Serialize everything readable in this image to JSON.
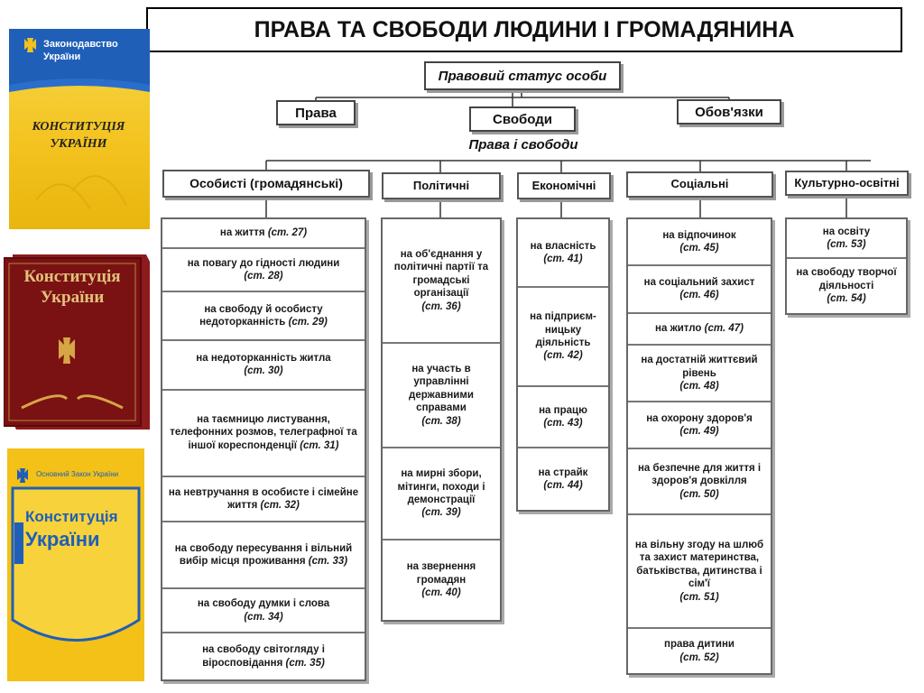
{
  "title": "ПРАВА ТА СВОБОДИ ЛЮДИНИ І ГРОМАДЯНИНА",
  "root": "Правовий статус особи",
  "branches": {
    "rights": "Права",
    "freedoms": "Свободи",
    "duties": "Обов'язки"
  },
  "subtitle": "Права і свободи",
  "books": {
    "book1": {
      "series": "Законодавство України",
      "title": "КОНСТИТУЦІЯ УКРАЇНИ"
    },
    "book2": {
      "title_line1": "Конституція",
      "title_line2": "України"
    },
    "book3": {
      "series": "Основний Закон України",
      "title_line1": "Конституція",
      "title_line2": "України"
    }
  },
  "columns": [
    {
      "header": "Особисті (громадянські)",
      "items": [
        {
          "text": "на життя",
          "ref": "(ст. 27)"
        },
        {
          "text": "на повагу до гідності людини",
          "ref": "(ст. 28)"
        },
        {
          "text": "на свободу й особисту недоторканність",
          "ref": "(ст. 29)"
        },
        {
          "text": "на недоторканність житла",
          "ref": "(ст. 30)"
        },
        {
          "text": "на таємницю листування, телефонних розмов, телеграфної та іншої кореспонденції",
          "ref": "(ст. 31)"
        },
        {
          "text": "на невтручання в особисте і сімейне життя",
          "ref": "(ст. 32)"
        },
        {
          "text": "на свободу пересування і вільний вибір місця проживання",
          "ref": "(ст. 33)"
        },
        {
          "text": "на свободу думки і слова",
          "ref": "(ст. 34)"
        },
        {
          "text": "на свободу світогляду і віросповідання",
          "ref": "(ст. 35)"
        }
      ]
    },
    {
      "header": "Політичні",
      "items": [
        {
          "text": "на об'єднання у політичні партії та громадські організації",
          "ref": "(ст. 36)"
        },
        {
          "text": "на участь в управлінні державними справами",
          "ref": "(ст. 38)"
        },
        {
          "text": "на мирні збори, мітинги, походи і демонстрації",
          "ref": "(ст. 39)"
        },
        {
          "text": "на звернення громадян",
          "ref": "(ст. 40)"
        }
      ]
    },
    {
      "header": "Економічні",
      "items": [
        {
          "text": "на власність",
          "ref": "(ст. 41)"
        },
        {
          "text": "на підприєм-ницьку діяльність",
          "ref": "(ст. 42)"
        },
        {
          "text": "на працю",
          "ref": "(ст. 43)"
        },
        {
          "text": "на страйк",
          "ref": "(ст. 44)"
        }
      ]
    },
    {
      "header": "Соціальні",
      "items": [
        {
          "text": "на відпочинок",
          "ref": "(ст. 45)"
        },
        {
          "text": "на соціальний захист",
          "ref": "(ст. 46)"
        },
        {
          "text": "на житло",
          "ref": "(ст. 47)"
        },
        {
          "text": "на достатній життєвий рівень",
          "ref": "(ст. 48)"
        },
        {
          "text": "на охорону здоров'я",
          "ref": "(ст. 49)"
        },
        {
          "text": "на безпечне для життя і здоров'я довкілля",
          "ref": "(ст. 50)"
        },
        {
          "text": "на вільну згоду на шлюб та захист материнства, батьківства, дитинства і сім'ї",
          "ref": "(ст. 51)"
        },
        {
          "text": "права дитини",
          "ref": "(ст. 52)"
        }
      ]
    },
    {
      "header": "Культурно-освітні",
      "items": [
        {
          "text": "на освіту",
          "ref": "(ст. 53)"
        },
        {
          "text": "на свободу творчої діяльності",
          "ref": "(ст. 54)"
        }
      ]
    }
  ]
}
